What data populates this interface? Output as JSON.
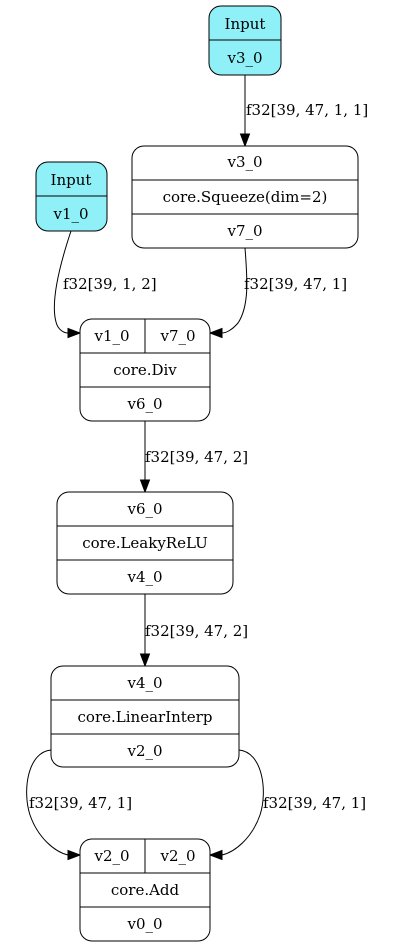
{
  "colors": {
    "input_fill": "#8ff0f8",
    "node_fill": "#ffffff",
    "stroke": "#000000"
  },
  "nodes": {
    "input_v3": {
      "title": "Input",
      "value": "v3_0"
    },
    "input_v1": {
      "title": "Input",
      "value": "v1_0"
    },
    "squeeze": {
      "input": "v3_0",
      "op": "core.Squeeze(dim=2)",
      "output": "v7_0"
    },
    "div": {
      "input_a": "v1_0",
      "input_b": "v7_0",
      "op": "core.Div",
      "output": "v6_0"
    },
    "leaky": {
      "input": "v6_0",
      "op": "core.LeakyReLU",
      "output": "v4_0"
    },
    "interp": {
      "input": "v4_0",
      "op": "core.LinearInterp",
      "output": "v2_0"
    },
    "add": {
      "input_a": "v2_0",
      "input_b": "v2_0",
      "op": "core.Add",
      "output": "v0_0"
    }
  },
  "edges": {
    "v3_to_squeeze": "f32[39, 47, 1, 1]",
    "v1_to_div": "f32[39, 1, 2]",
    "squeeze_to_div": "f32[39, 47, 1]",
    "div_to_leaky": "f32[39, 47, 2]",
    "leaky_to_interp": "f32[39, 47, 2]",
    "interp_to_add_left": "f32[39, 47, 1]",
    "interp_to_add_right": "f32[39, 47, 1]"
  }
}
